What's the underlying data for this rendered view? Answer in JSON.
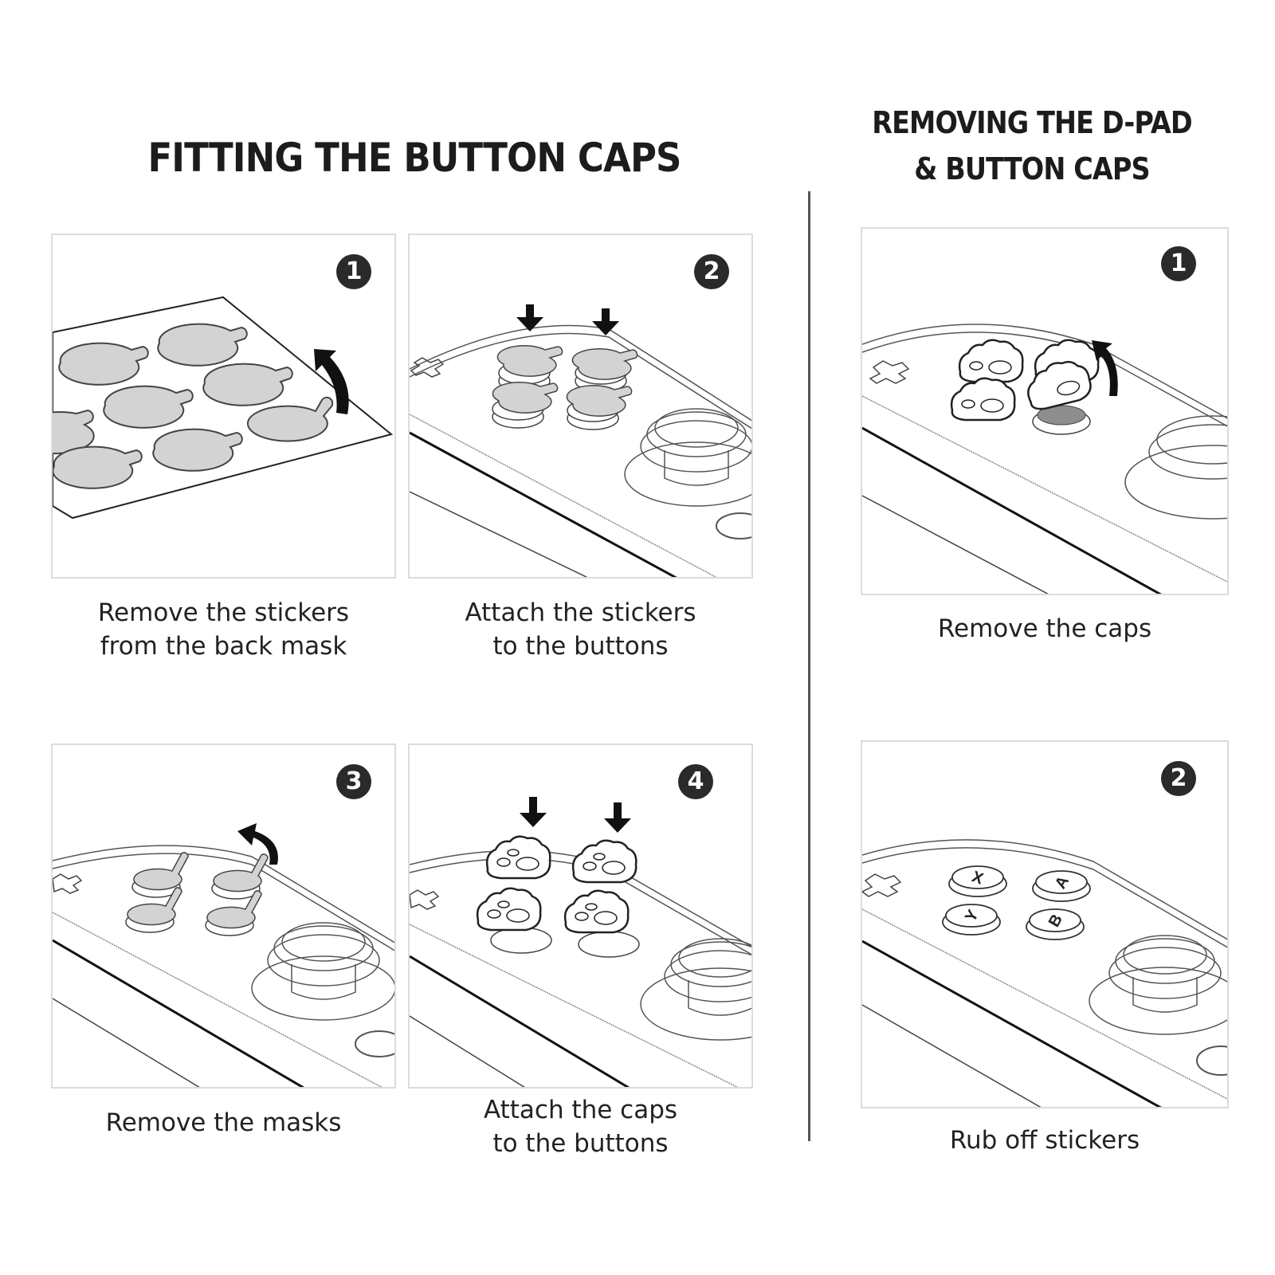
{
  "sections": {
    "fitting": {
      "title": "FITTING THE BUTTON CAPS",
      "steps": [
        {
          "number": "1",
          "caption_line1": "Remove the stickers",
          "caption_line2": "from the back mask",
          "illustration": "sticker-sheet-peel"
        },
        {
          "number": "2",
          "caption_line1": "Attach the stickers",
          "caption_line2": "to the buttons",
          "illustration": "stickers-onto-buttons"
        },
        {
          "number": "3",
          "caption_line1": "Remove the masks",
          "caption_line2": "",
          "illustration": "peel-masks"
        },
        {
          "number": "4",
          "caption_line1": "Attach the caps",
          "caption_line2": "to the buttons",
          "illustration": "paw-caps-onto-buttons"
        }
      ]
    },
    "removing": {
      "title_line1": "REMOVING THE D-PAD",
      "title_line2": "& BUTTON CAPS",
      "steps": [
        {
          "number": "1",
          "caption": "Remove the caps",
          "illustration": "lift-paw-caps"
        },
        {
          "number": "2",
          "caption": "Rub off stickers",
          "illustration": "bare-xyab-buttons"
        }
      ]
    }
  },
  "button_labels": [
    "X",
    "A",
    "Y",
    "B"
  ],
  "colors": {
    "ink": "#1e1e1e",
    "badge": "#2a2a2a",
    "sticker_fill": "#d3d3d3",
    "panel_border": "#dcdcdc",
    "divider": "#555555"
  }
}
